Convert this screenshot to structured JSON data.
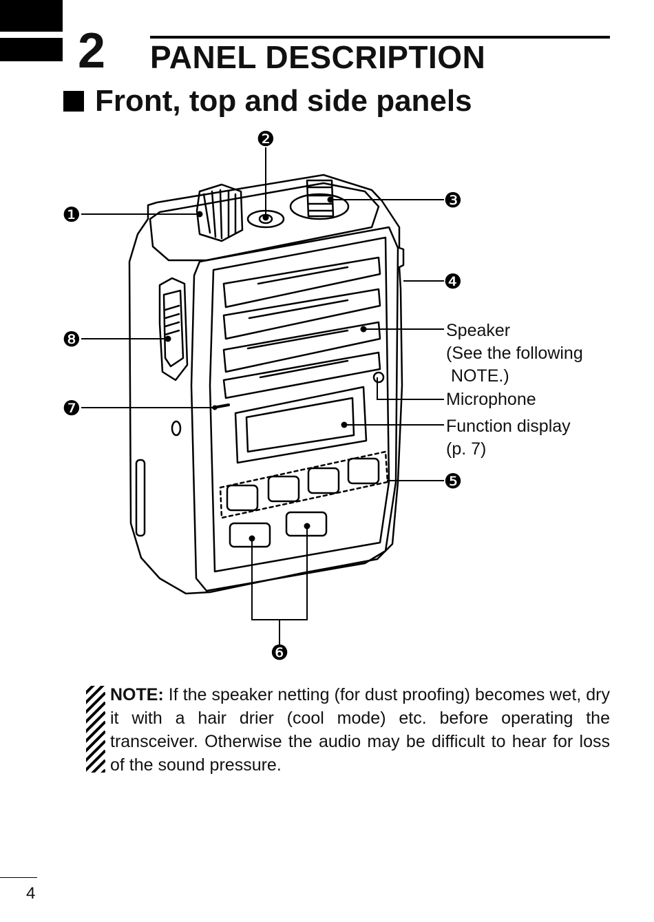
{
  "chapter": {
    "number": "2",
    "title": "PANEL DESCRIPTION"
  },
  "section": {
    "marker": "■",
    "title": "Front, top and side panels"
  },
  "callouts": {
    "c1": "❶",
    "c2": "❷",
    "c3": "❸",
    "c4": "❹",
    "c5": "❺",
    "c6": "❻",
    "c7": "❼",
    "c8": "❽"
  },
  "labels": {
    "speaker": "Speaker\n(See the following\n NOTE.)",
    "microphone": "Microphone",
    "function_display": "Function display\n(p. 7)"
  },
  "note": {
    "label": "NOTE:",
    "text": " If the speaker netting (for dust proofing) becomes wet, dry it with a hair drier (cool mode) etc. before operating the transceiver. Otherwise the audio may be difficult to hear for loss of the sound pressure."
  },
  "page_number": "4"
}
